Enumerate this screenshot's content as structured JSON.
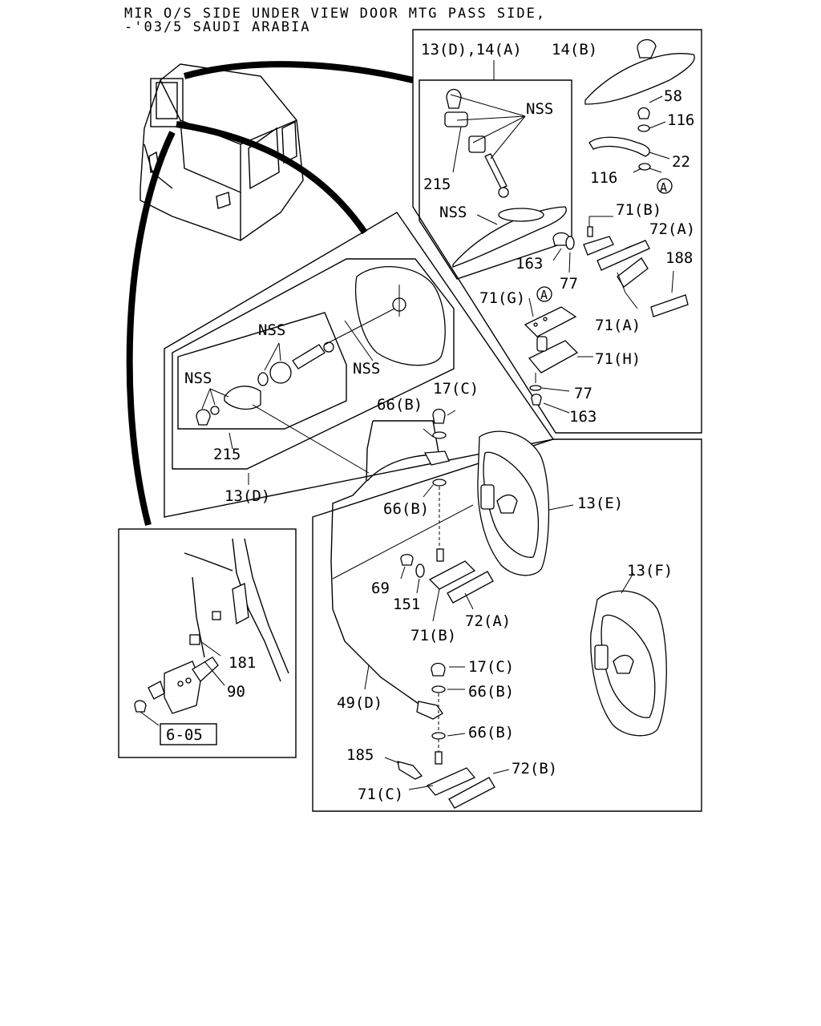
{
  "header": {
    "line1": "MIR O/S SIDE UNDER VIEW DOOR MTG PASS SIDE,",
    "line2": "-'03/5 SAUDI ARABIA"
  },
  "labels": {
    "l_13d_14a": "13(D),14(A)",
    "l_14b": "14(B)",
    "l_nss_a": "NSS",
    "l_58": "58",
    "l_116_a": "116",
    "l_22": "22",
    "l_116_b": "116",
    "l_circle_a1": "A",
    "l_215_a": "215",
    "l_nss_b": "NSS",
    "l_71b_a": "71(B)",
    "l_72a_a": "72(A)",
    "l_163_a": "163",
    "l_77_a": "77",
    "l_188": "188",
    "l_71g": "71(G)",
    "l_circle_a2": "A",
    "l_71a": "71(A)",
    "l_71h": "71(H)",
    "l_77_b": "77",
    "l_163_b": "163",
    "l_nss_c": "NSS",
    "l_nss_d": "NSS",
    "l_nss_e": "NSS",
    "l_17c_a": "17(C)",
    "l_66b_a": "66(B)",
    "l_215_b": "215",
    "l_13d": "13(D)",
    "l_66b_b": "66(B)",
    "l_13e": "13(E)",
    "l_69": "69",
    "l_151": "151",
    "l_71b_b": "71(B)",
    "l_72a_b": "72(A)",
    "l_13f": "13(F)",
    "l_181": "181",
    "l_90": "90",
    "l_6_05": "6-05",
    "l_17c_b": "17(C)",
    "l_66b_c": "66(B)",
    "l_49d": "49(D)",
    "l_66b_d": "66(B)",
    "l_185": "185",
    "l_72b": "72(B)",
    "l_71c": "71(C)"
  }
}
